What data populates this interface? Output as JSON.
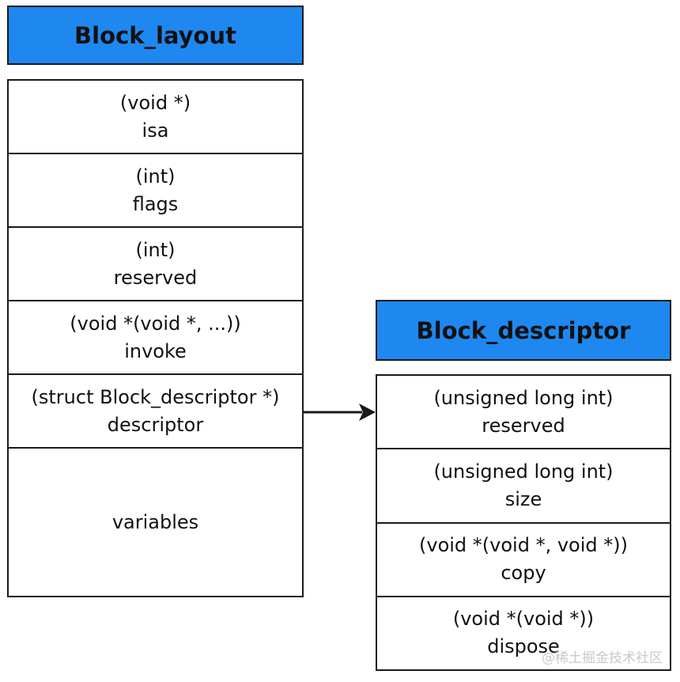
{
  "colors": {
    "header_fill": "#1e88f0",
    "border": "#1a1a1a",
    "cell_fill": "#ffffff"
  },
  "block_layout": {
    "title": "Block_layout",
    "fields": [
      {
        "type": "(void *)",
        "name": "isa"
      },
      {
        "type": "(int)",
        "name": "flags"
      },
      {
        "type": "(int)",
        "name": "reserved"
      },
      {
        "type": "(void *(void *, ...))",
        "name": "invoke"
      },
      {
        "type": "(struct Block_descriptor *)",
        "name": "descriptor"
      },
      {
        "type": "",
        "name": "variables"
      }
    ]
  },
  "block_descriptor": {
    "title": "Block_descriptor",
    "fields": [
      {
        "type": "(unsigned long int)",
        "name": "reserved"
      },
      {
        "type": "(unsigned long int)",
        "name": "size"
      },
      {
        "type": "(void *(void *, void *))",
        "name": "copy"
      },
      {
        "type": "(void *(void *))",
        "name": "dispose"
      }
    ]
  },
  "watermark": "@稀土掘金技术社区"
}
